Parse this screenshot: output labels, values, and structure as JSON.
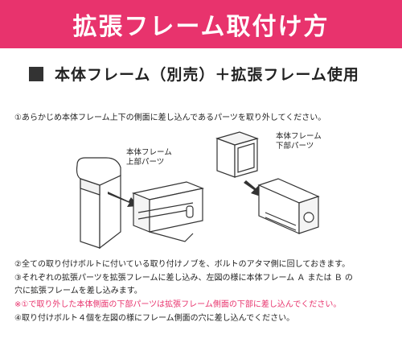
{
  "header": {
    "title": "拡張フレーム取付け方"
  },
  "section": {
    "heading": "本体フレーム（別売）＋拡張フレーム使用"
  },
  "steps": {
    "s1": "①あらかじめ本体フレーム上下の側面に差し込んであるパーツを取り外してください。",
    "s2": "②全ての取り付けボルトに付いている取り付けノブを、ボルトのアタマ側に回しておきます。",
    "s3a": "③それぞれの拡張パーツを拡張フレームに差し込み、左図の様に本体フレーム Ａ または Ｂ の",
    "s3b": "穴に拡張フレームを差し込みます。",
    "note": "※①で取り外した本体側面の下部パーツは拡張フレーム側面の下部に差し込んでください。",
    "s4": "④取り付けボルト４個を左図の様にフレーム側面の穴に差し込んでください。"
  },
  "figure": {
    "upper_label_1": "本体フレーム",
    "upper_label_2": "上部パーツ",
    "lower_label_1": "本体フレーム",
    "lower_label_2": "下部パーツ"
  },
  "colors": {
    "accent": "#e8336d",
    "dark": "#333333"
  }
}
